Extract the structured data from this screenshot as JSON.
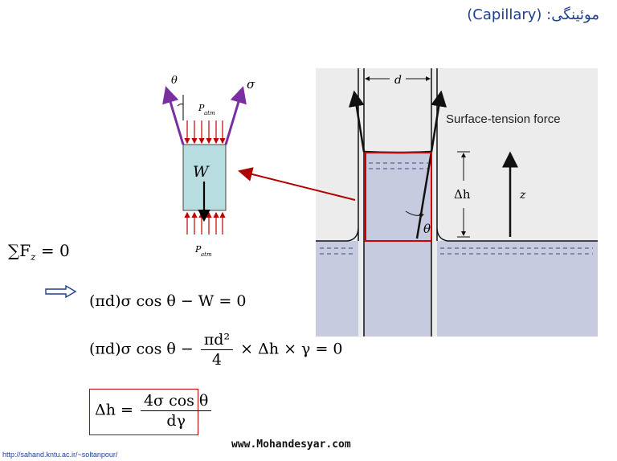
{
  "slide": {
    "title_fa": "موئینگی:",
    "title_en": "(Capillary)",
    "website": "www.Mohandesyar.com",
    "footer_url": "http://sahand.kntu.ac.ir/~soltanpour/"
  },
  "free_body": {
    "theta": "θ",
    "sigma": "σ",
    "p_atm_top": "P",
    "p_atm_top_sub": "atm",
    "p_atm_bottom": "P",
    "p_atm_bottom_sub": "atm",
    "weight": "W"
  },
  "photo": {
    "d_label": "d",
    "force_label": "Surface-tension force",
    "delta_h": "Δh",
    "z_label": "z",
    "theta": "θ"
  },
  "equations": {
    "eq1": "∑F",
    "eq1_sub": "z",
    "eq1_rhs": "= 0",
    "eq2": "(πd)σ cos θ − W = 0",
    "eq3_lhs": "(πd)σ cos θ −",
    "eq3_num": "πd²",
    "eq3_den": "4",
    "eq3_rhs": "× Δh × γ = 0",
    "eq4_lhs": "Δh =",
    "eq4_num": "4σ cos θ",
    "eq4_den": "dγ"
  },
  "colors": {
    "title": "#1f3f8f",
    "arrow_red": "#c00000",
    "arrow_purple": "#7a2fa0",
    "box_fill": "#b8dde0",
    "liquid": "#c7cbe0"
  }
}
